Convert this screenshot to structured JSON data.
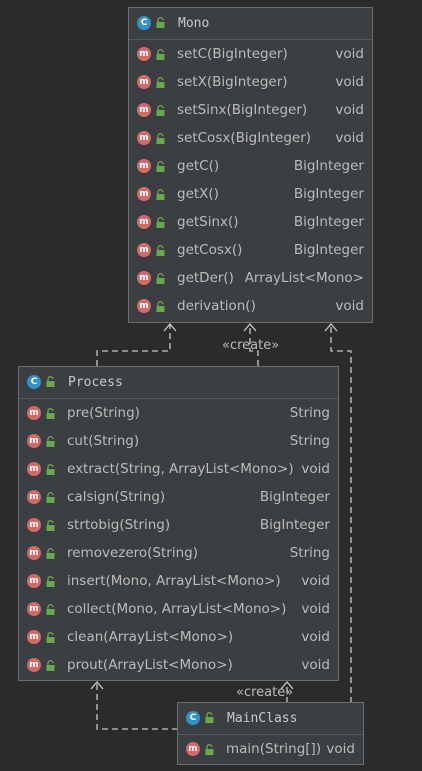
{
  "classes": {
    "mono": {
      "name": "Mono",
      "methods": [
        {
          "name": "setC(BigInteger)",
          "ret": "void"
        },
        {
          "name": "setX(BigInteger)",
          "ret": "void"
        },
        {
          "name": "setSinx(BigInteger)",
          "ret": "void"
        },
        {
          "name": "setCosx(BigInteger)",
          "ret": "void"
        },
        {
          "name": "getC()",
          "ret": "BigInteger"
        },
        {
          "name": "getX()",
          "ret": "BigInteger"
        },
        {
          "name": "getSinx()",
          "ret": "BigInteger"
        },
        {
          "name": "getCosx()",
          "ret": "BigInteger"
        },
        {
          "name": "getDer()",
          "ret": "ArrayList<Mono>"
        },
        {
          "name": "derivation()",
          "ret": "void"
        }
      ]
    },
    "process": {
      "name": "Process",
      "methods": [
        {
          "name": "pre(String)",
          "ret": "String"
        },
        {
          "name": "cut(String)",
          "ret": "String"
        },
        {
          "name": "extract(String, ArrayList<Mono>)",
          "ret": "void"
        },
        {
          "name": "calsign(String)",
          "ret": "BigInteger"
        },
        {
          "name": "strtobig(String)",
          "ret": "BigInteger"
        },
        {
          "name": "removezero(String)",
          "ret": "String"
        },
        {
          "name": "insert(Mono, ArrayList<Mono>)",
          "ret": "void"
        },
        {
          "name": "collect(Mono, ArrayList<Mono>)",
          "ret": "void"
        },
        {
          "name": "clean(ArrayList<Mono>)",
          "ret": "void"
        },
        {
          "name": "prout(ArrayList<Mono>)",
          "ret": "void"
        }
      ]
    },
    "mainclass": {
      "name": "MainClass",
      "methods": [
        {
          "name": "main(String[])",
          "ret": "void"
        }
      ]
    }
  },
  "labels": {
    "create_top": "«create»",
    "create_bottom": "«create»"
  },
  "icons": {
    "class": "C",
    "method": "m"
  },
  "colors": {
    "background": "#2b2b2b",
    "class_icon": "#3592c4",
    "method_icon": "#d16a6a",
    "lock": "#6aa84f"
  }
}
